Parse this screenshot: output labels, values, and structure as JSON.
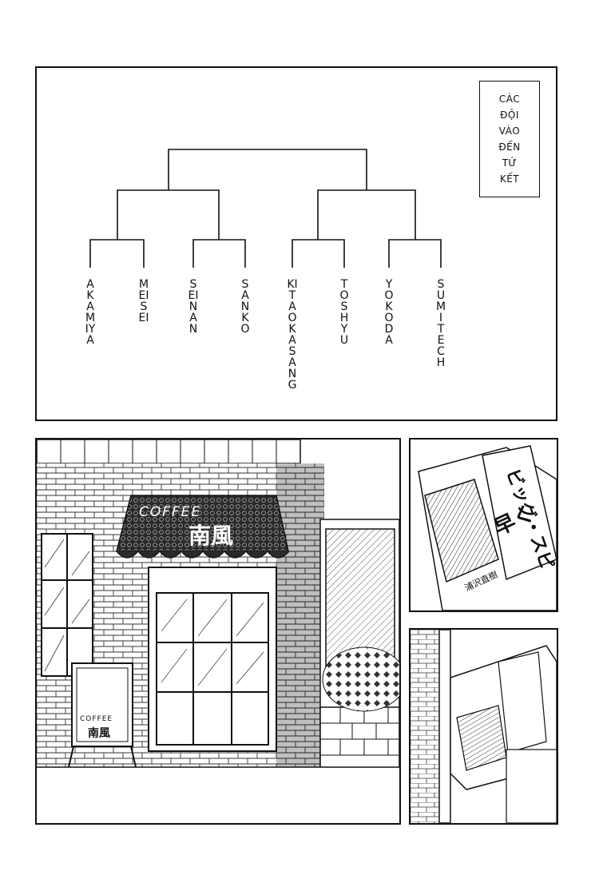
{
  "bracket": {
    "caption": "Các đội vào đến tứ kết",
    "teams": [
      "Akamiya",
      "Meisei",
      "Seinan",
      "Sanko",
      "Kitaokasang",
      "Toshyu",
      "Yokoda",
      "Sumi Tech"
    ]
  },
  "cafe_scene": {
    "awning_text": "COFFEE",
    "awning_kanji": "南風",
    "signboard_text": "COFFEE",
    "signboard_kanji": "南風"
  },
  "magazine": {
    "cover_text": "ビッグ・スピ",
    "cover_subtext": "早く",
    "side_text": "浦沢直樹"
  },
  "colors": {
    "ink": "#111111",
    "paper": "#ffffff",
    "awning": "#2a2a2a"
  }
}
